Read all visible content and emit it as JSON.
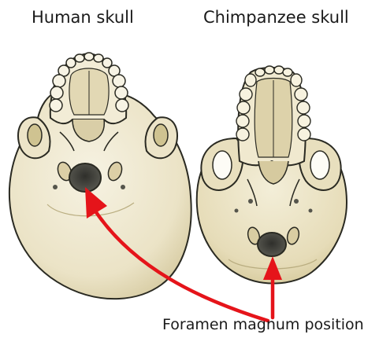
{
  "labels": {
    "human": "Human skull",
    "chimp": "Chimpanzee skull",
    "caption": "Foramen magnum position"
  },
  "colors": {
    "bone": "#efe8cf",
    "bone_shadow": "#d8cda4",
    "outline": "#2a2a22",
    "foramen": "#4a4a44",
    "arrow": "#e5141a"
  }
}
